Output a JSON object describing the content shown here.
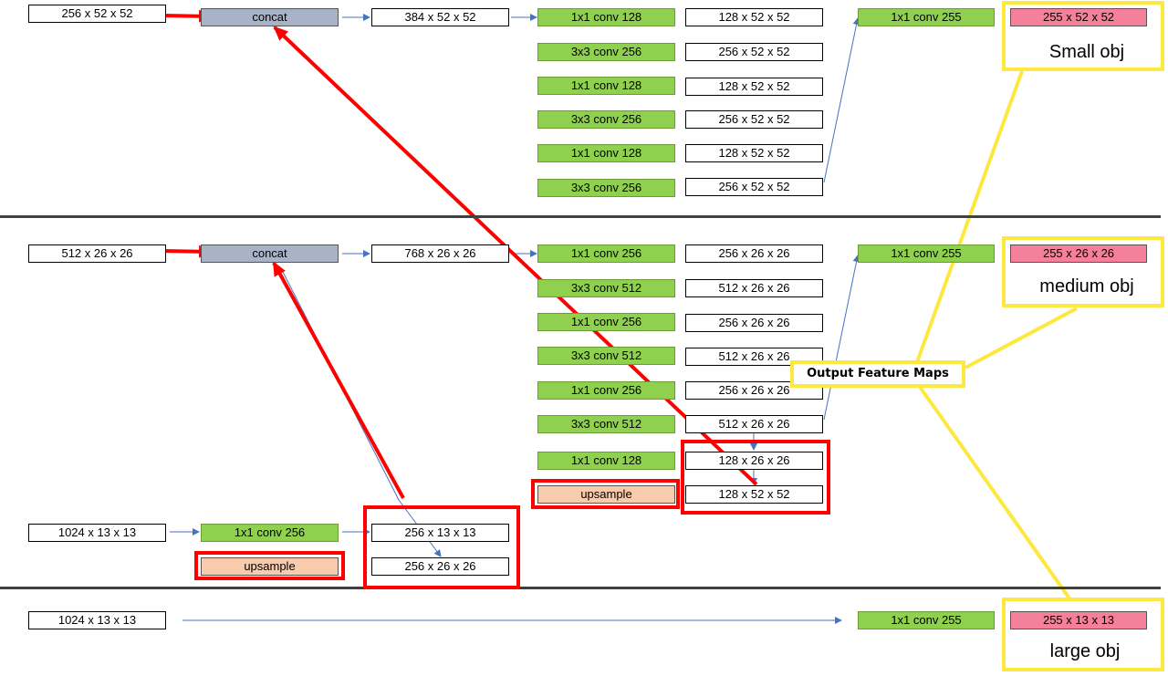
{
  "rows": {
    "small": {
      "input": "256 x 52 x 52",
      "concat": "concat",
      "concat_out": "384 x 52 x 52",
      "convs": [
        "1x1 conv 128",
        "3x3 conv 256",
        "1x1 conv 128",
        "3x3 conv 256",
        "1x1 conv 128",
        "3x3 conv 256"
      ],
      "conv_outs": [
        "128 x 52 x 52",
        "256 x 52 x 52",
        "128 x 52 x 52",
        "256 x 52 x 52",
        "128 x 52 x 52",
        "256 x 52 x 52"
      ],
      "head_conv": "1x1 conv 255",
      "output": "255 x 52 x 52",
      "output_label": "Small obj"
    },
    "medium": {
      "input": "512 x 26 x 26",
      "concat": "concat",
      "concat_out": "768 x 26 x 26",
      "convs": [
        "1x1 conv 256",
        "3x3 conv 512",
        "1x1 conv 256",
        "3x3 conv 512",
        "1x1 conv 256",
        "3x3 conv 512"
      ],
      "conv_outs": [
        "256 x 26 x 26",
        "512 x 26 x 26",
        "256 x 26 x 26",
        "512 x 26 x 26",
        "256 x 26 x 26",
        "512 x 26 x 26"
      ],
      "head_conv": "1x1 conv 255",
      "output": "255 x 26 x 26",
      "output_label": "medium obj",
      "branch_conv": "1x1 conv 128",
      "branch_conv_out": "128 x 26 x 26",
      "branch_upsample": "upsample",
      "branch_upsample_out": "128 x 52 x 52"
    },
    "large": {
      "branch_input": "1024 x 13 x 13",
      "branch_conv": "1x1 conv 256",
      "branch_conv_out": "256 x 13 x 13",
      "branch_upsample": "upsample",
      "branch_upsample_out": "256 x 26 x 26",
      "input": "1024 x 13 x 13",
      "head_conv": "1x1 conv 255",
      "output": "255 x 13 x 13",
      "output_label": "large obj"
    }
  },
  "callout": "Output Feature Maps",
  "colors": {
    "conv": "#8fd14f",
    "concat": "#a9b3c7",
    "upsample": "#f8cbad",
    "output": "#f4809a",
    "highlight_red": "#ff0000",
    "highlight_yellow": "#fde83f",
    "flow_arrow": "#4472c4"
  }
}
